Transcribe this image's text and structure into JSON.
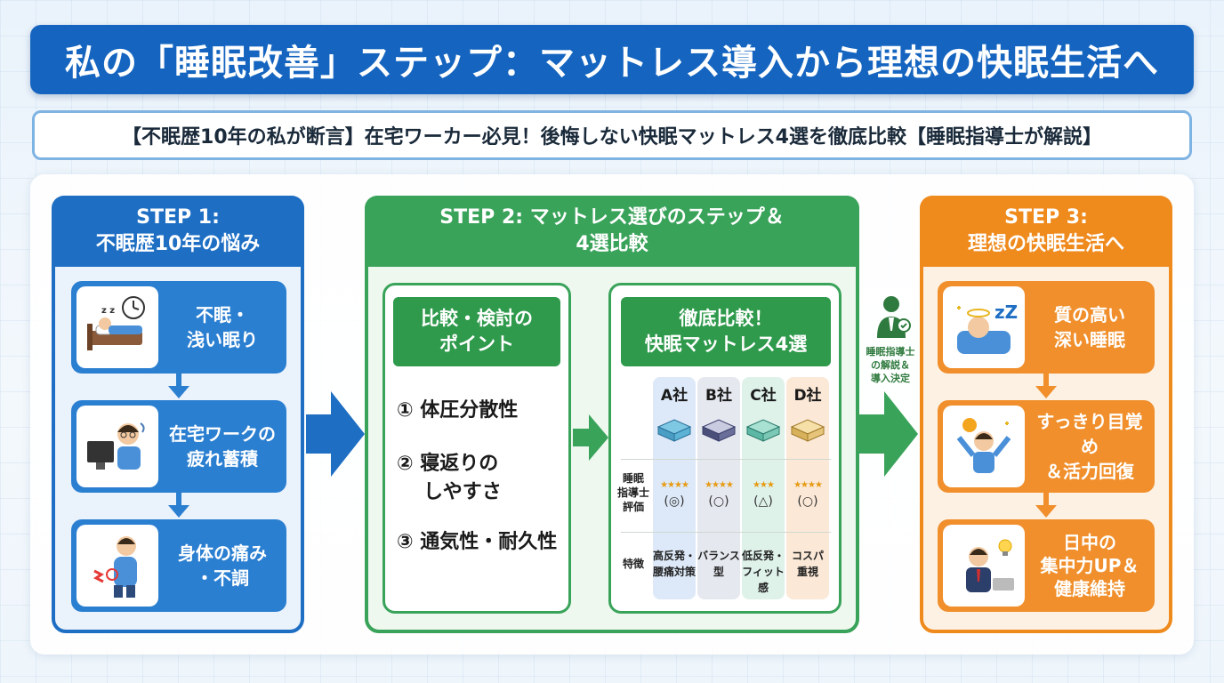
{
  "title": "私の「睡眠改善」ステップ：マットレス導入から理想の快眠生活へ",
  "subtitle": "【不眠歴10年の私が断言】在宅ワーカー必見！後悔しない快眠マットレス4選を徹底比較【睡眠指導士が解説】",
  "step1": {
    "head_line1": "STEP 1:",
    "head_line2": "不眠歴10年の悩み",
    "cards": [
      {
        "line1": "不眠・",
        "line2": "浅い眠り"
      },
      {
        "line1": "在宅ワークの",
        "line2": "疲れ蓄積"
      },
      {
        "line1": "身体の痛み",
        "line2": "・不調"
      }
    ]
  },
  "step2": {
    "head_line1": "STEP 2: マットレス選びのステップ＆",
    "head_line2": "4選比較",
    "points_head_line1": "比較・検討の",
    "points_head_line2": "ポイント",
    "points": [
      {
        "line1": "① 体圧分散性",
        "line2": ""
      },
      {
        "line1": "② 寝返りの",
        "line2": "しやすさ"
      },
      {
        "line1": "③ 通気性・耐久性",
        "line2": ""
      }
    ],
    "compare_head_line1": "徹底比較！",
    "compare_head_line2": "快眠マットレス4選",
    "rating_label": [
      "睡眠",
      "指導士",
      "評価"
    ],
    "feature_label": "特徴",
    "companies": [
      {
        "name": "A社",
        "stars": "★★★★",
        "grade": "(◎)",
        "feature_line1": "高反発・",
        "feature_line2": "腰痛対策"
      },
      {
        "name": "B社",
        "stars": "★★★★",
        "grade": "(○)",
        "feature_line1": "バランス",
        "feature_line2": "型"
      },
      {
        "name": "C社",
        "stars": "★★★",
        "grade": "(△)",
        "feature_line1": "低反発・",
        "feature_line2": "フィット感"
      },
      {
        "name": "D社",
        "stars": "★★★★",
        "grade": "(○)",
        "feature_line1": "コスパ",
        "feature_line2": "重視"
      }
    ]
  },
  "advisor": {
    "line1": "睡眠指導士",
    "line2": "の解説＆",
    "line3": "導入決定"
  },
  "step3": {
    "head_line1": "STEP 3:",
    "head_line2": "理想の快眠生活へ",
    "cards": [
      {
        "line1": "質の高い",
        "line2": "深い睡眠"
      },
      {
        "line1": "すっきり目覚め",
        "line2": "＆活力回復"
      },
      {
        "line1": "日中の",
        "line2": "集中力UP＆",
        "line3": "健康維持"
      }
    ]
  },
  "colors": {
    "blue": "#1e6fc4",
    "green": "#3aa35a",
    "orange": "#ef8a1d",
    "title_bg": "#1565c0"
  }
}
